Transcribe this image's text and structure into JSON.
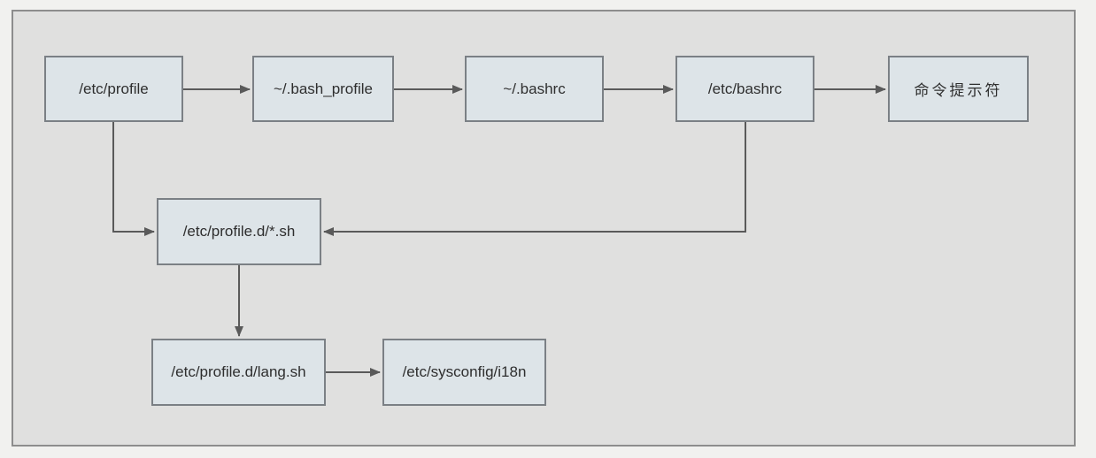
{
  "diagram": {
    "description": "bash startup files loading order flowchart",
    "nodes": [
      {
        "id": "etc-profile",
        "label": "/etc/profile"
      },
      {
        "id": "bash-profile",
        "label": "~/.bash_profile"
      },
      {
        "id": "bashrc",
        "label": "~/.bashrc"
      },
      {
        "id": "etc-bashrc",
        "label": "/etc/bashrc"
      },
      {
        "id": "command-prompt",
        "label": "命令提示符"
      },
      {
        "id": "profile-d",
        "label": "/etc/profile.d/*.sh"
      },
      {
        "id": "lang-sh",
        "label": "/etc/profile.d/lang.sh"
      },
      {
        "id": "sysconfig-i18n",
        "label": "/etc/sysconfig/i18n"
      }
    ],
    "edges": [
      {
        "from": "/etc/profile",
        "to": "~/.bash_profile"
      },
      {
        "from": "~/.bash_profile",
        "to": "~/.bashrc"
      },
      {
        "from": "~/.bashrc",
        "to": "/etc/bashrc"
      },
      {
        "from": "/etc/bashrc",
        "to": "命令提示符"
      },
      {
        "from": "/etc/profile",
        "to": "/etc/profile.d/*.sh"
      },
      {
        "from": "/etc/bashrc",
        "to": "/etc/profile.d/*.sh"
      },
      {
        "from": "/etc/profile.d/*.sh",
        "to": "/etc/profile.d/lang.sh"
      },
      {
        "from": "/etc/profile.d/lang.sh",
        "to": "/etc/sysconfig/i18n"
      }
    ],
    "colors": {
      "page_background": "#f1f1ef",
      "canvas_fill": "#e0e0df",
      "canvas_border": "#8d8d8d",
      "node_fill": "#dde4e8",
      "node_border": "#7b8085",
      "connector": "#5a5a5a",
      "text": "#2e2e2e"
    }
  }
}
